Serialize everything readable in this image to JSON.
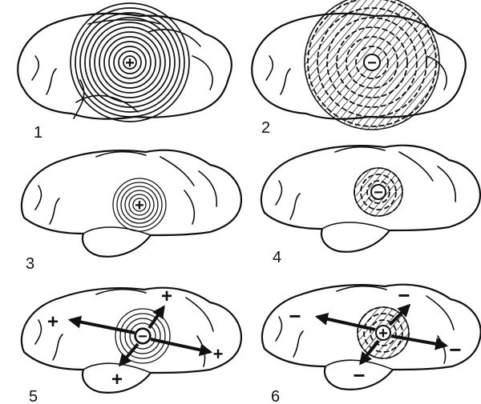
{
  "panels": [
    {
      "label": "1",
      "center_sign": "+",
      "outer_signs": []
    },
    {
      "label": "2",
      "center_sign": "−",
      "outer_signs": []
    },
    {
      "label": "3",
      "center_sign": "+",
      "outer_signs": []
    },
    {
      "label": "4",
      "center_sign": "−",
      "outer_signs": []
    },
    {
      "label": "5",
      "center_sign": "−",
      "outer_signs": [
        "+",
        "+",
        "+",
        "+"
      ]
    },
    {
      "label": "6",
      "center_sign": "+",
      "outer_signs": [
        "−",
        "−",
        "−",
        "−"
      ]
    }
  ]
}
